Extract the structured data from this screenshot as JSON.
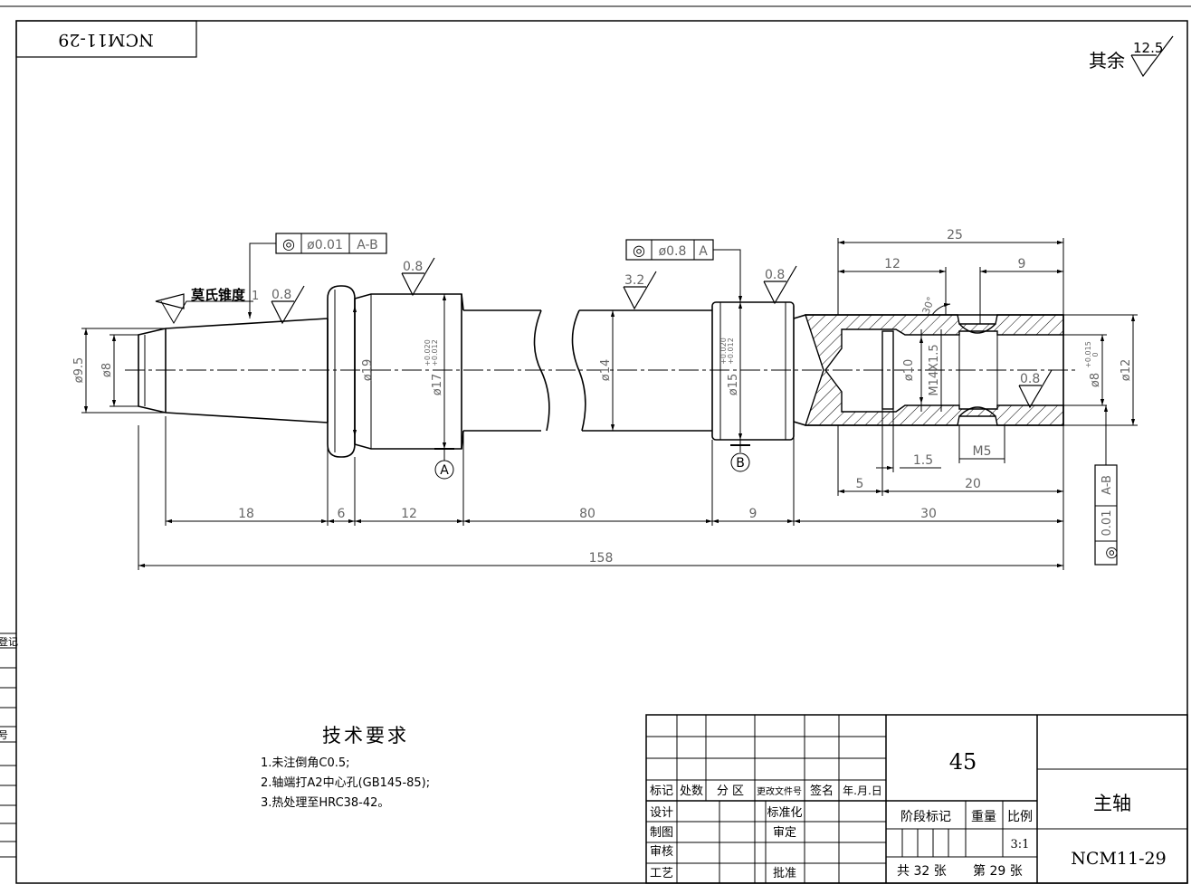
{
  "drawing_no": "NCM11-29",
  "drawing_no_stamp": "NCM11-29",
  "surface_finish": {
    "rest_label": "其余",
    "rest_value": "12.5"
  },
  "taper_label": "莫氏锥度",
  "taper_suffix": "1",
  "roughness": {
    "taper": "0.8",
    "journal_a": "0.8",
    "shaft_14": "3.2",
    "journal_b": "0.8",
    "bore": "0.8"
  },
  "tolerance_frames": {
    "journal_a": {
      "symbol": "◎",
      "value": "ø0.01",
      "datum": "A-B"
    },
    "journal_b": {
      "symbol": "◎",
      "value": "ø0.8",
      "datum": "A"
    },
    "bore": {
      "symbol": "◎",
      "value": "0.01",
      "datum": "A-B"
    }
  },
  "datums": {
    "a": "A",
    "b": "B"
  },
  "diameters": {
    "d9_5": "ø9.5",
    "d8": "ø8",
    "d19": "ø19",
    "d17": "ø17",
    "d17_tol_upper": "+0.020",
    "d17_tol_lower": "+0.012",
    "d14": "ø14",
    "d15": "ø15",
    "d15_tol_upper": "+0.020",
    "d15_tol_lower": "+0.012",
    "d10": "ø10",
    "thread": "M14X1.5",
    "d8_bore": "ø8",
    "d8_bore_tol_upper": "+0.015",
    "d8_bore_tol_lower": "0",
    "d12": "ø12"
  },
  "lengths": {
    "overall": "158",
    "taper": "18",
    "collar": "6",
    "journal_a": "12",
    "shaft": "80",
    "journal_b": "9",
    "end": "30",
    "bore_total": "25",
    "bore_depth": "12",
    "bore_end": "9",
    "bore_chamfer": "5",
    "thread_len": "20",
    "groove": "1.5",
    "side_hole": "M5",
    "cone_angle": "30°"
  },
  "tech_requirements": {
    "title": "技术要求",
    "items": [
      "1.未注倒角C0.5;",
      "2.轴端打A2中心孔(GB145-85);",
      "3.热处理至HRC38-42。"
    ]
  },
  "title_block": {
    "material": "45",
    "part_name": "主轴",
    "drawing_no": "NCM11-29",
    "headers": [
      "标记",
      "处数",
      "分 区",
      "更改文件号",
      "签名",
      "年.月.日"
    ],
    "roles": [
      "设计",
      "制图",
      "审核",
      "工艺"
    ],
    "roles_right": [
      "标准化",
      "审定",
      "批准"
    ],
    "stage_label": "阶段标记",
    "weight_label": "重量",
    "scale_label": "比例",
    "scale_value": "3:1",
    "sheets_total": "共 32 张",
    "sheet_current": "第 29 张"
  },
  "left_margin": {
    "register": "登记",
    "number": "号"
  }
}
